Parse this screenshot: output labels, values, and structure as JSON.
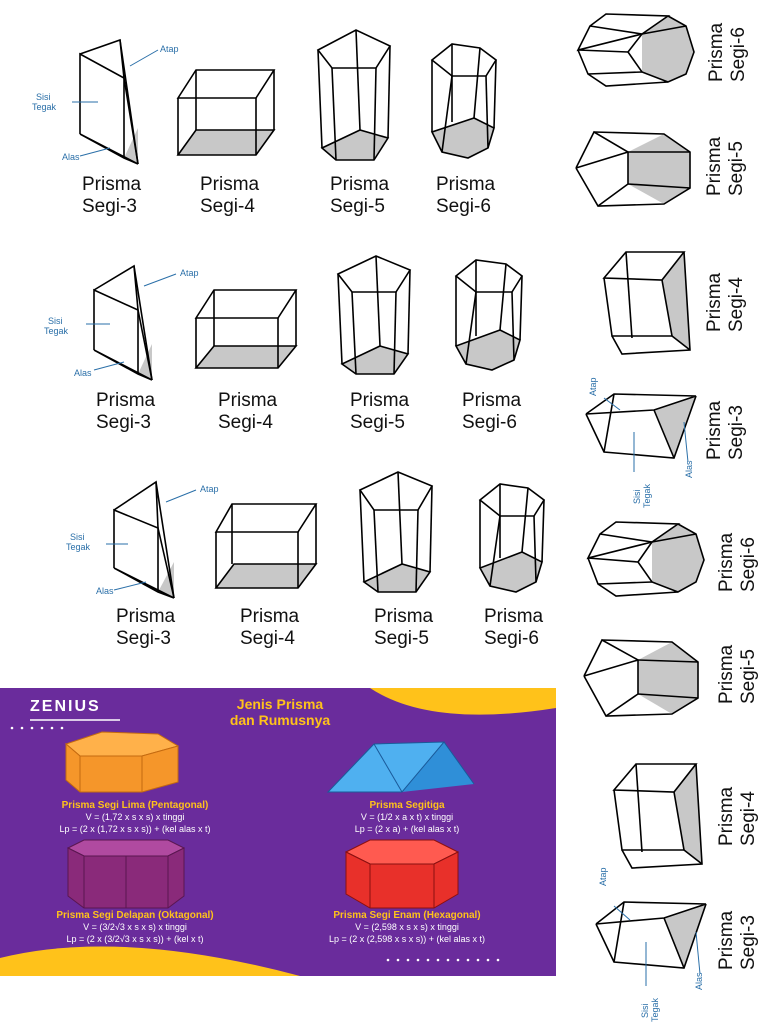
{
  "labels": {
    "atap": "Atap",
    "sisi": "Sisi",
    "tegak": "Tegak",
    "alas": "Alas",
    "prisma": "Prisma",
    "segi3": "Segi-3",
    "segi4": "Segi-4",
    "segi5": "Segi-5",
    "segi6": "Segi-6"
  },
  "poster": {
    "brand": "ZENIUS",
    "title_line1": "Jenis Prisma",
    "title_line2": "dan Rumusnya",
    "items": [
      {
        "name": "Prisma Segi Lima (Pentagonal)",
        "f1": "V = (1,72 x s x s) x tinggi",
        "f2": "Lp = (2 x (1,72 x s x s)) + (kel alas x t)"
      },
      {
        "name": "Prisma Segitiga",
        "f1": "V = (1/2 x a x t) x tinggi",
        "f2": "Lp = (2 x a) + (kel alas x t)"
      },
      {
        "name": "Prisma Segi Delapan (Oktagonal)",
        "f1": "V = (3/2√3 x s x s) x tinggi",
        "f2": "Lp = (2 x (3/2√3 x s x s)) + (kel x t)"
      },
      {
        "name": "Prisma Segi Enam (Hexagonal)",
        "f1": "V = (2,598 x s x s) x tinggi",
        "f2": "Lp = (2 x (2,598 x s x s)) + (kel alas x t)"
      }
    ],
    "colors": {
      "bg": "#6a2c9c",
      "yellow": "#ffc21a",
      "orange": "#f5962a",
      "blue": "#2f8fd8",
      "magenta": "#8a2a7a",
      "red": "#e8302a"
    }
  }
}
